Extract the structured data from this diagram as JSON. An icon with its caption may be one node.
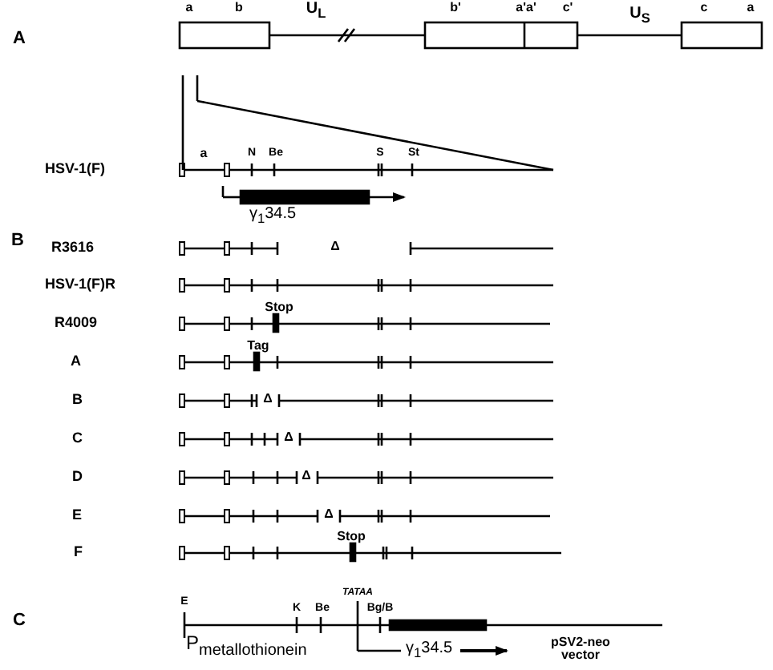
{
  "diagram": {
    "labels": [
      "A",
      "a",
      "b",
      "U$_{L}$",
      "b'",
      "a'a'",
      "c'",
      "U$_{S}$",
      "c",
      "a",
      "HSV-1(F)",
      "a",
      "N",
      "Be",
      "S",
      "St",
      "γ$_{1}$34.5",
      "B",
      "R3616",
      "Δ",
      "HSV-1(F)R",
      "R4009",
      "Stop",
      "A",
      "Tag",
      "B",
      "Δ",
      "C",
      "Δ",
      "D",
      "Δ",
      "E",
      "Δ",
      "F",
      "Stop",
      "C",
      "E",
      "K",
      "Be",
      "TATAA",
      "Bg/B",
      "P$_{metallothionein}$",
      "γ$_{1}$34.5",
      "pSV2-neo vector"
    ]
  }
}
